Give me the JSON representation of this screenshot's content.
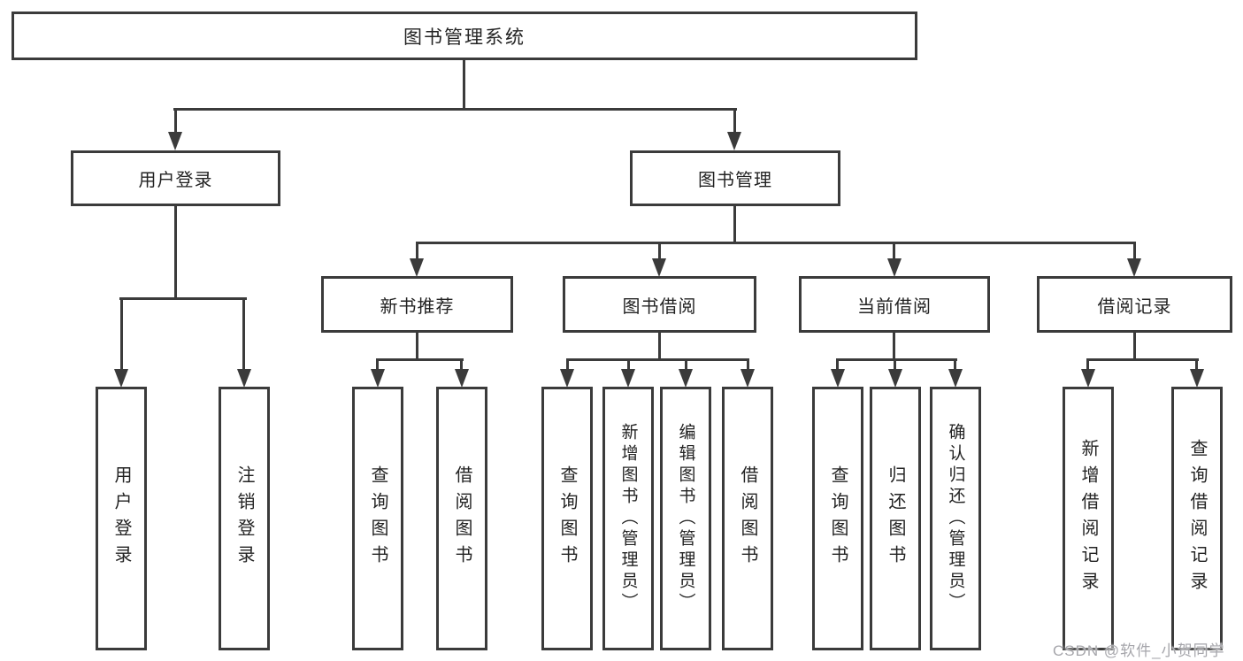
{
  "diagram": {
    "type": "tree",
    "root_label": "图书管理系统",
    "level2": [
      "用户登录",
      "图书管理"
    ],
    "level3": [
      "新书推荐",
      "图书借阅",
      "当前借阅",
      "借阅记录"
    ],
    "level3_parent": "图书管理",
    "leaves_by_parent": {
      "用户登录": [
        "用户登录",
        "注销登录"
      ],
      "新书推荐": [
        "查询图书",
        "借阅图书"
      ],
      "图书借阅": [
        "查询图书",
        "新增图书（管理员）",
        "编辑图书（管理员）",
        "借阅图书"
      ],
      "当前借阅": [
        "查询图书",
        "归还图书",
        "确认归还（管理员）"
      ],
      "借阅记录": [
        "新增借阅记录",
        "查询借阅记录"
      ]
    },
    "colors": {
      "line": "#3b3b3b",
      "box_border": "#3b3b3b",
      "box_background": "#ffffff",
      "text": "#232323",
      "watermark_text": "#a6a6ab"
    }
  },
  "watermark": {
    "label": "CSDN @软件_小贺同学"
  }
}
